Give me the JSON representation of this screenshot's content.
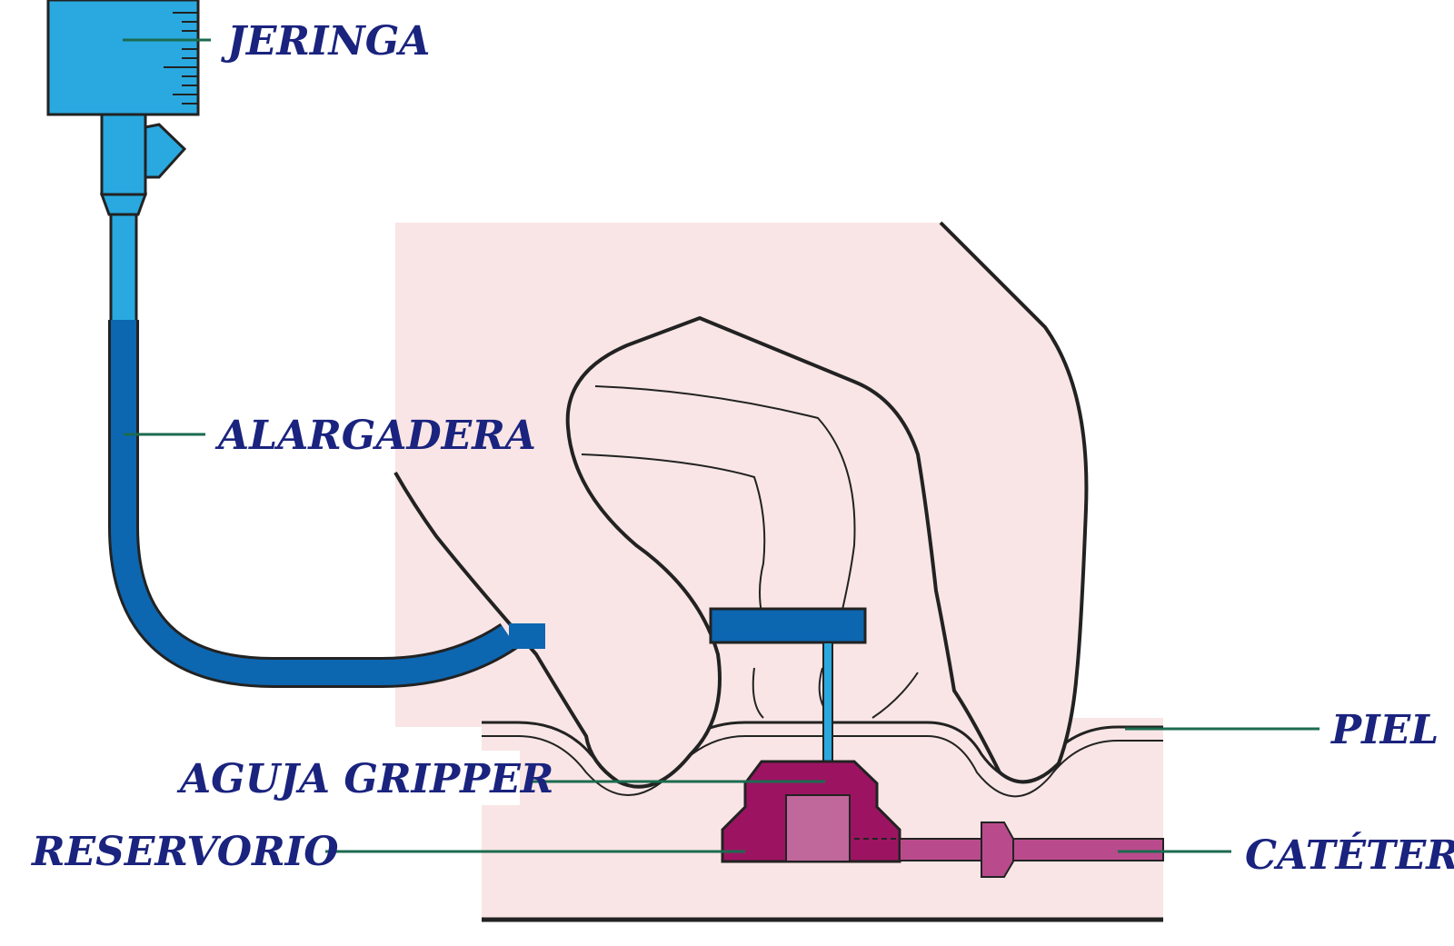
{
  "labels": {
    "jeringa": "JERINGA",
    "alargadera": "ALARGADERA",
    "piel": "PIEL",
    "aguja": "AGUJA GRIPPER",
    "reservorio": "RESERVORIO",
    "cateter": "CATÉTER"
  },
  "colors": {
    "label_text": "#1a237e",
    "leader_line": "#1b6b4f",
    "syringe": "#29a9e0",
    "tube": "#0d66b0",
    "skin": "#f9e5e5",
    "reservoir": "#9c1461",
    "catheter": "#b94b8c"
  },
  "icons": [
    "syringe-icon",
    "hand-icon",
    "needle-icon",
    "reservoir-icon",
    "catheter-icon"
  ]
}
